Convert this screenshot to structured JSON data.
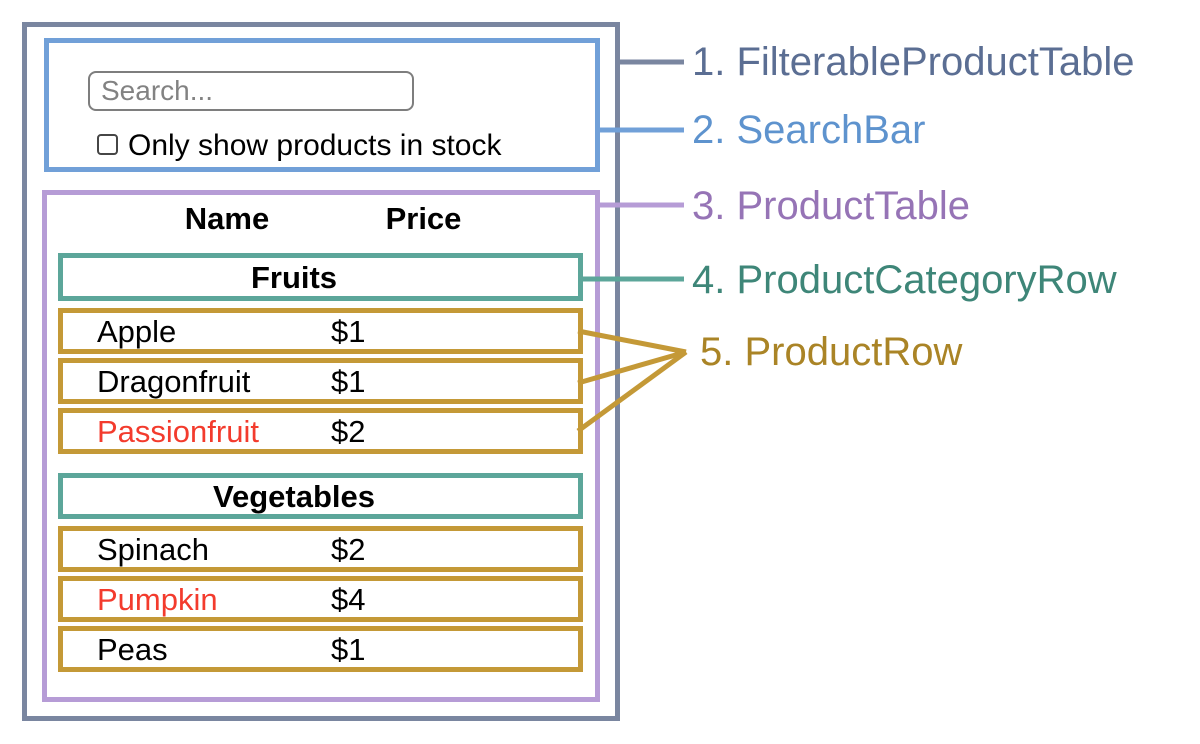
{
  "colors": {
    "slate": "#7a86a0",
    "slate-text": "#5b6e93",
    "blue": "#71a0d8",
    "blue-text": "#5e93ce",
    "purple": "#b69cd6",
    "purple-text": "#9674b6",
    "teal": "#5ca69a",
    "teal-text": "#3e8678",
    "gold": "#c49937",
    "gold-text": "#aa8426",
    "red": "#f33b2d"
  },
  "search_bar": {
    "input_placeholder": "Search...",
    "checkbox_label": "Only show products in stock",
    "checkbox_checked": false
  },
  "product_table": {
    "columns": [
      "Name",
      "Price"
    ],
    "sections": [
      {
        "category": "Fruits",
        "rows": [
          {
            "name": "Apple",
            "price": "$1",
            "in_stock": true
          },
          {
            "name": "Dragonfruit",
            "price": "$1",
            "in_stock": true
          },
          {
            "name": "Passionfruit",
            "price": "$2",
            "in_stock": false
          }
        ]
      },
      {
        "category": "Vegetables",
        "rows": [
          {
            "name": "Spinach",
            "price": "$2",
            "in_stock": true
          },
          {
            "name": "Pumpkin",
            "price": "$4",
            "in_stock": false
          },
          {
            "name": "Peas",
            "price": "$1",
            "in_stock": true
          }
        ]
      }
    ]
  },
  "legend": [
    {
      "label": "1. FilterableProductTable"
    },
    {
      "label": "2. SearchBar"
    },
    {
      "label": "3. ProductTable"
    },
    {
      "label": "4. ProductCategoryRow"
    },
    {
      "label": "5. ProductRow"
    }
  ]
}
